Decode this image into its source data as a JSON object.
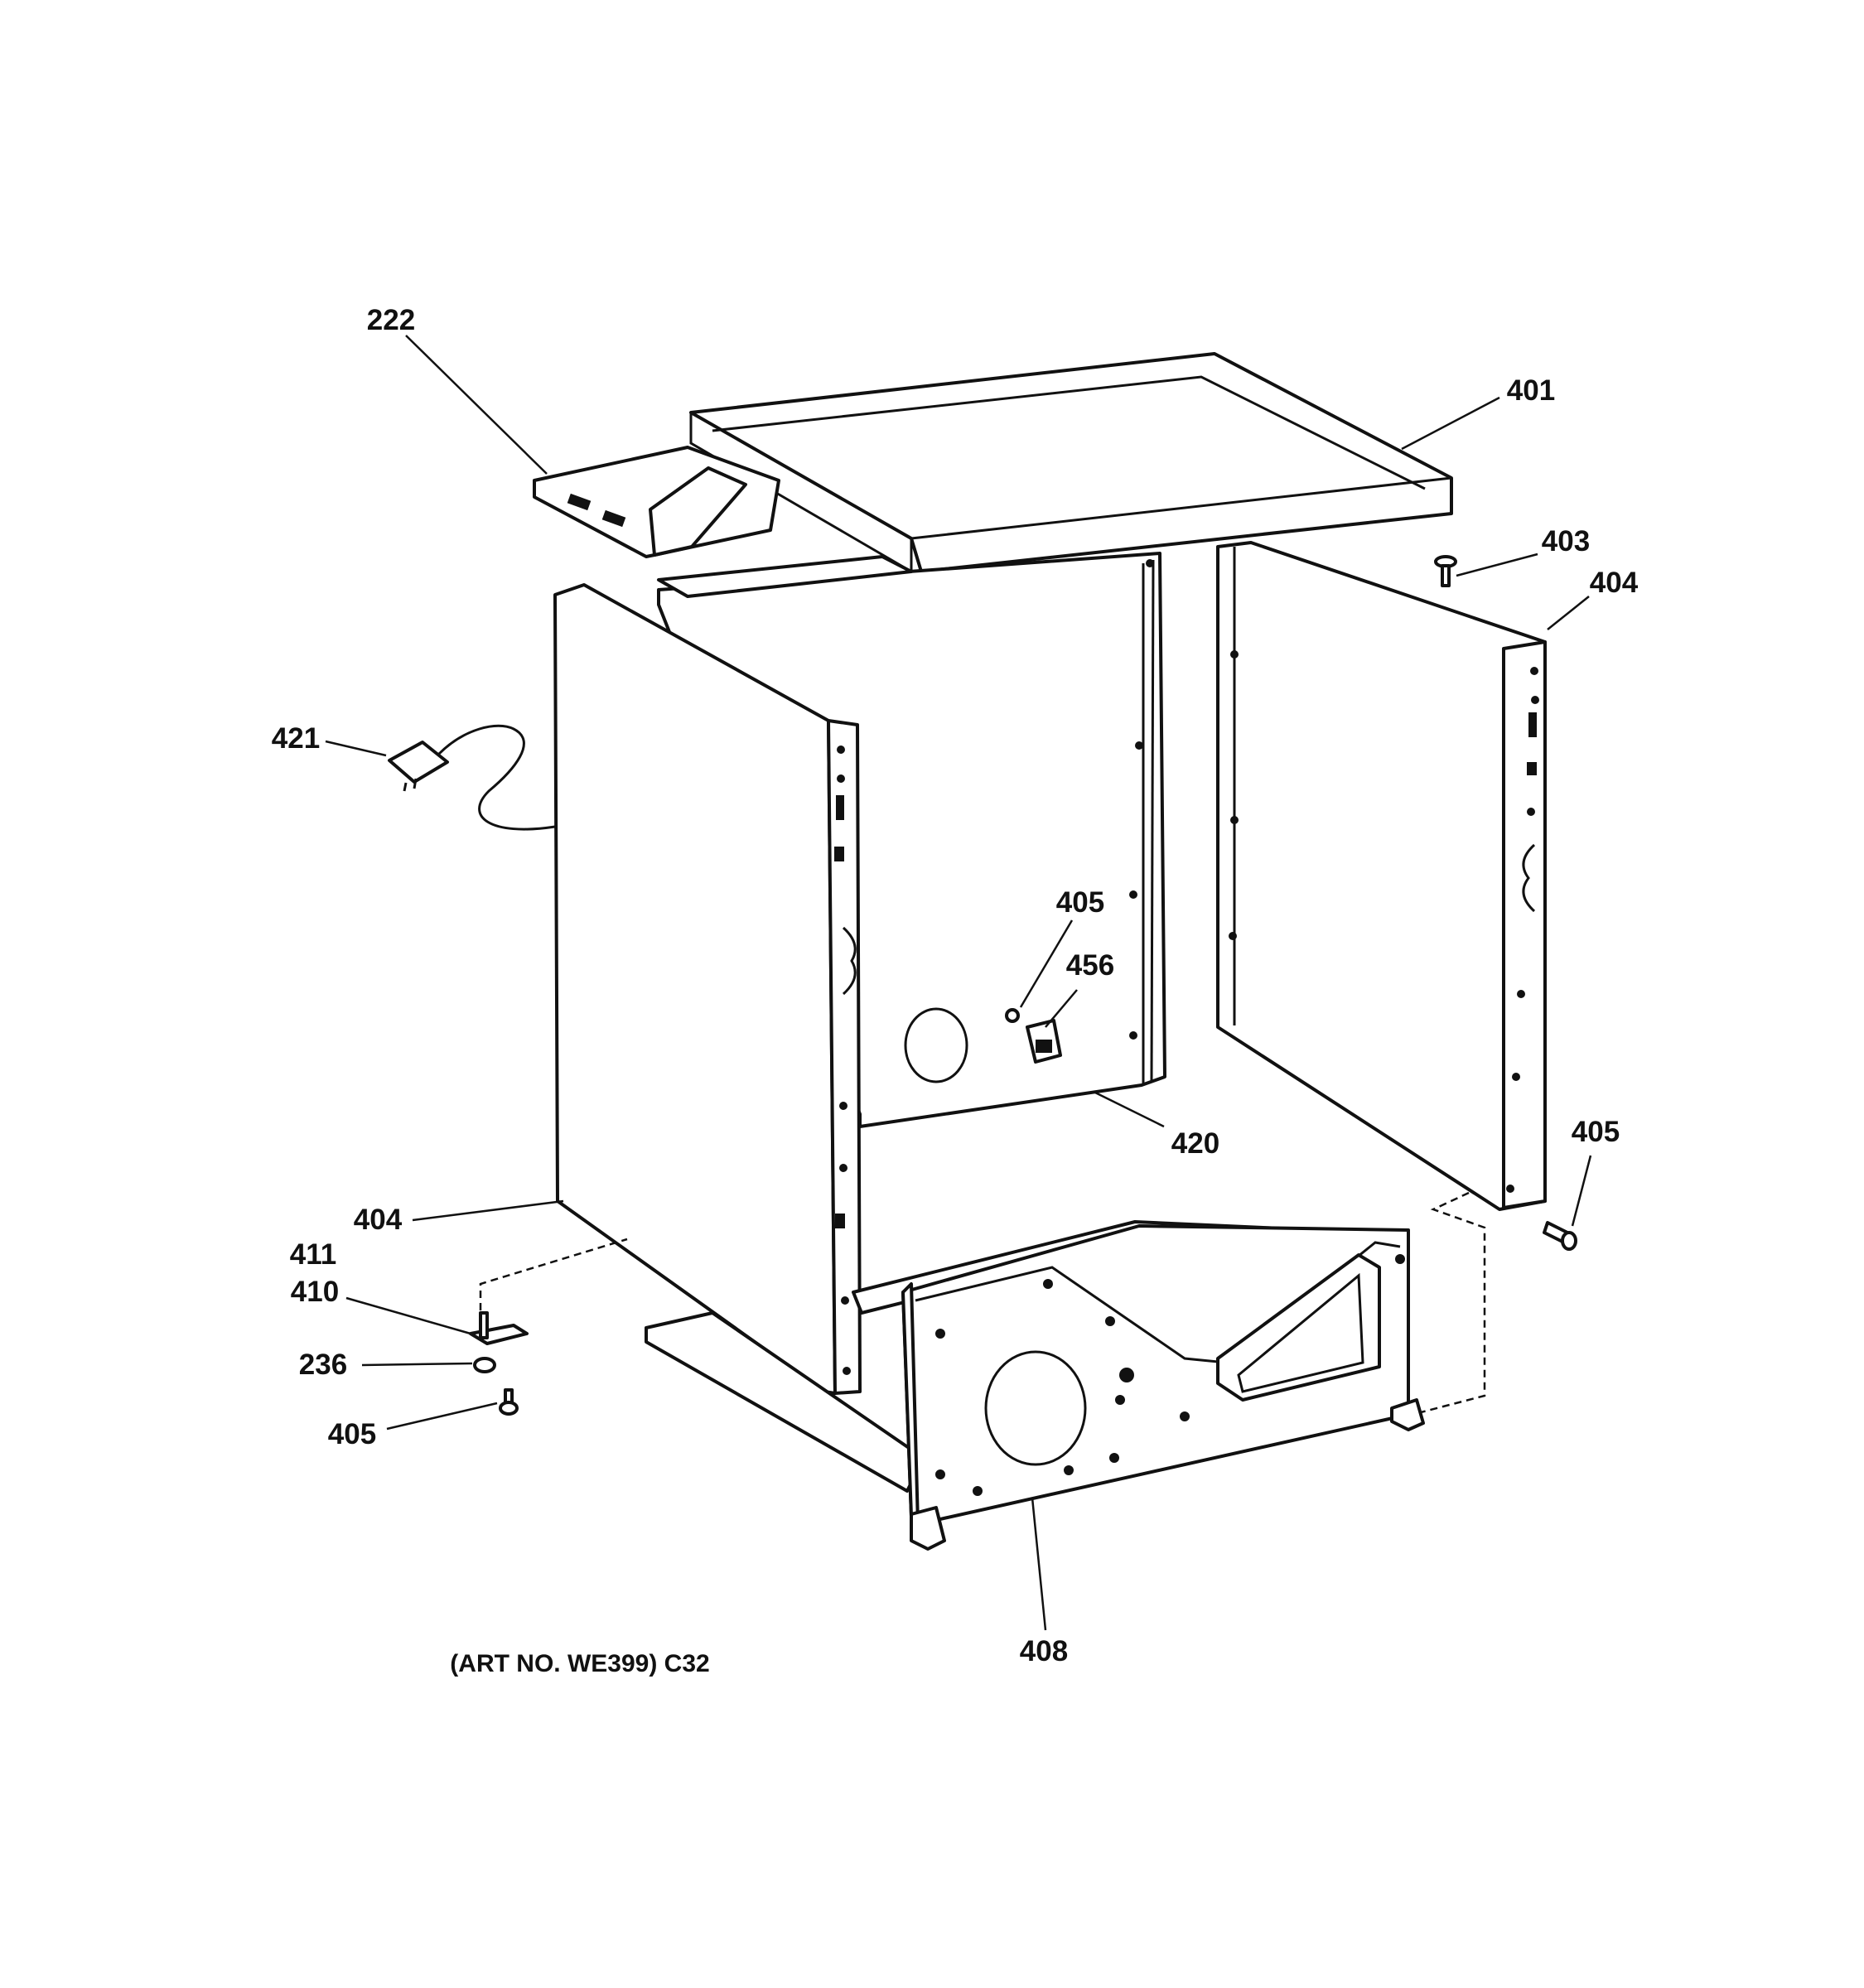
{
  "diagram": {
    "caption": "(ART NO. WE399) C32",
    "callouts": [
      {
        "id": "c222",
        "label": "222"
      },
      {
        "id": "c401",
        "label": "401"
      },
      {
        "id": "c403",
        "label": "403"
      },
      {
        "id": "c404r",
        "label": "404"
      },
      {
        "id": "c421",
        "label": "421"
      },
      {
        "id": "c405a",
        "label": "405"
      },
      {
        "id": "c456",
        "label": "456"
      },
      {
        "id": "c420",
        "label": "420"
      },
      {
        "id": "c405b",
        "label": "405"
      },
      {
        "id": "c404l",
        "label": "404"
      },
      {
        "id": "c411",
        "label": "411"
      },
      {
        "id": "c410",
        "label": "410"
      },
      {
        "id": "c236",
        "label": "236"
      },
      {
        "id": "c405c",
        "label": "405"
      },
      {
        "id": "c408",
        "label": "408"
      }
    ]
  }
}
